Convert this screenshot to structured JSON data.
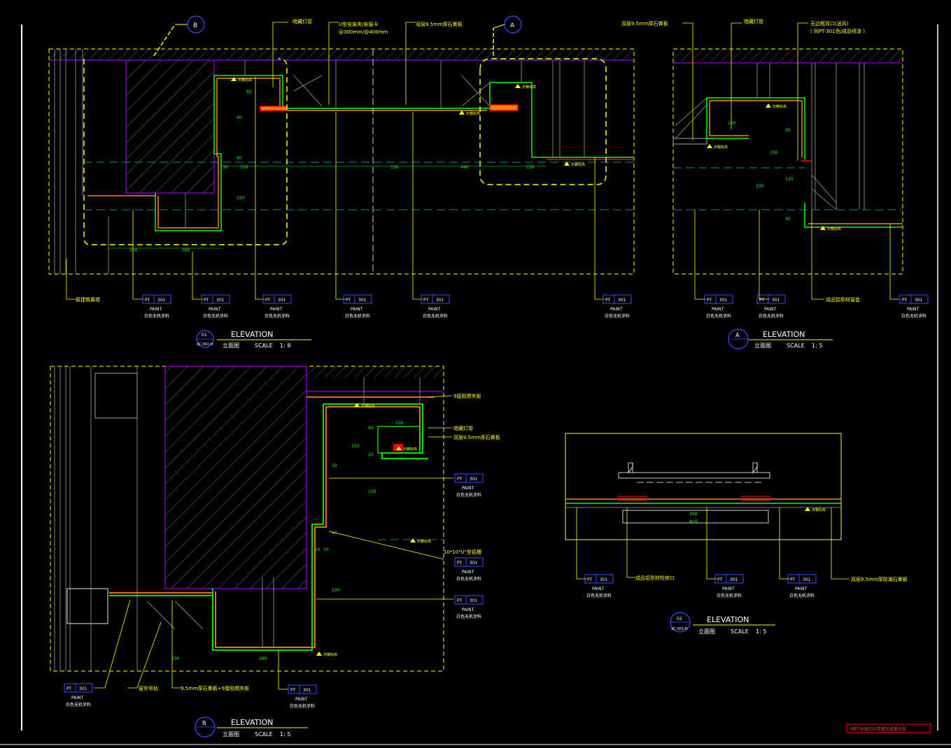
{
  "colors": {
    "background": "#000000",
    "yellow": "#ffff00",
    "white": "#ffffff",
    "green": "#00ff00",
    "red": "#ff0000",
    "magenta": "#c000ff",
    "orange": "#ff8000",
    "blue": "#3050ff",
    "cyan": "#00c0c0",
    "gray": "#a0a0a0"
  },
  "drawings": {
    "elev01": {
      "callout_num": "01",
      "callout_ref": "XC-301-H",
      "title": "ELEVATION",
      "subtitle": "立面图",
      "scale_label": "SCALE",
      "scale_value": "1:  8",
      "section_b": "B",
      "section_a": "A",
      "notes": [
        "暗藏灯管",
        "U型安装夹/安装卡",
        "@300mm/@400mm",
        "双层9.5mm厚石膏板"
      ],
      "bottom_note": "原建筑幕墙",
      "dims": [
        "200",
        "300",
        "150",
        "150",
        "440",
        "150",
        "90",
        "40",
        "30",
        "320",
        "95"
      ]
    },
    "elevA": {
      "callout_num": "A",
      "title": "ELEVATION",
      "subtitle": "立面图",
      "scale_label": "SCALE",
      "scale_value": "1:  5",
      "notes": [
        "双层9.5mm厚石膏板",
        "暗藏灯管",
        "无边框风口(送风)",
        "( 同PT-301色/成品喷漆 )"
      ],
      "bottom_note": "成品铝型材窗盒",
      "dims": [
        "100",
        "150",
        "230",
        "120",
        "40",
        "95"
      ]
    },
    "elevB": {
      "callout_num": "B",
      "title": "ELEVATION",
      "subtitle": "立面图",
      "scale_label": "SCALE",
      "scale_value": "1:  5",
      "notes": [
        "9厘阻燃夹板",
        "暗藏灯管",
        "双层9.5mm厚石膏板",
        "10*10\"U\"型铝槽"
      ],
      "bottom_notes": [
        "窗帘吊轨",
        "9.5mm厚石膏板+9厘阻燃夹板"
      ],
      "dims": [
        "100",
        "150",
        "95",
        "25",
        "30",
        "150",
        "10",
        "10",
        "40",
        "230",
        "200",
        "280"
      ]
    },
    "elev02": {
      "callout_num": "02",
      "callout_ref": "XC-301-H",
      "title": "ELEVATION",
      "subtitle": "立面图",
      "scale_label": "SCALE",
      "scale_value": "1:  5",
      "notes": [
        "成品铝型材检修口",
        "双层9.5mm厚防潮石膏板"
      ],
      "dims": [
        "398",
        "400"
      ]
    },
    "paint_tag": {
      "code": "PT",
      "num": "301",
      "word": "PAINT",
      "desc": "白色无机涂料"
    },
    "level_tag": "天棚标高",
    "red_note": "*图示标高均以楼面完成面为准"
  }
}
